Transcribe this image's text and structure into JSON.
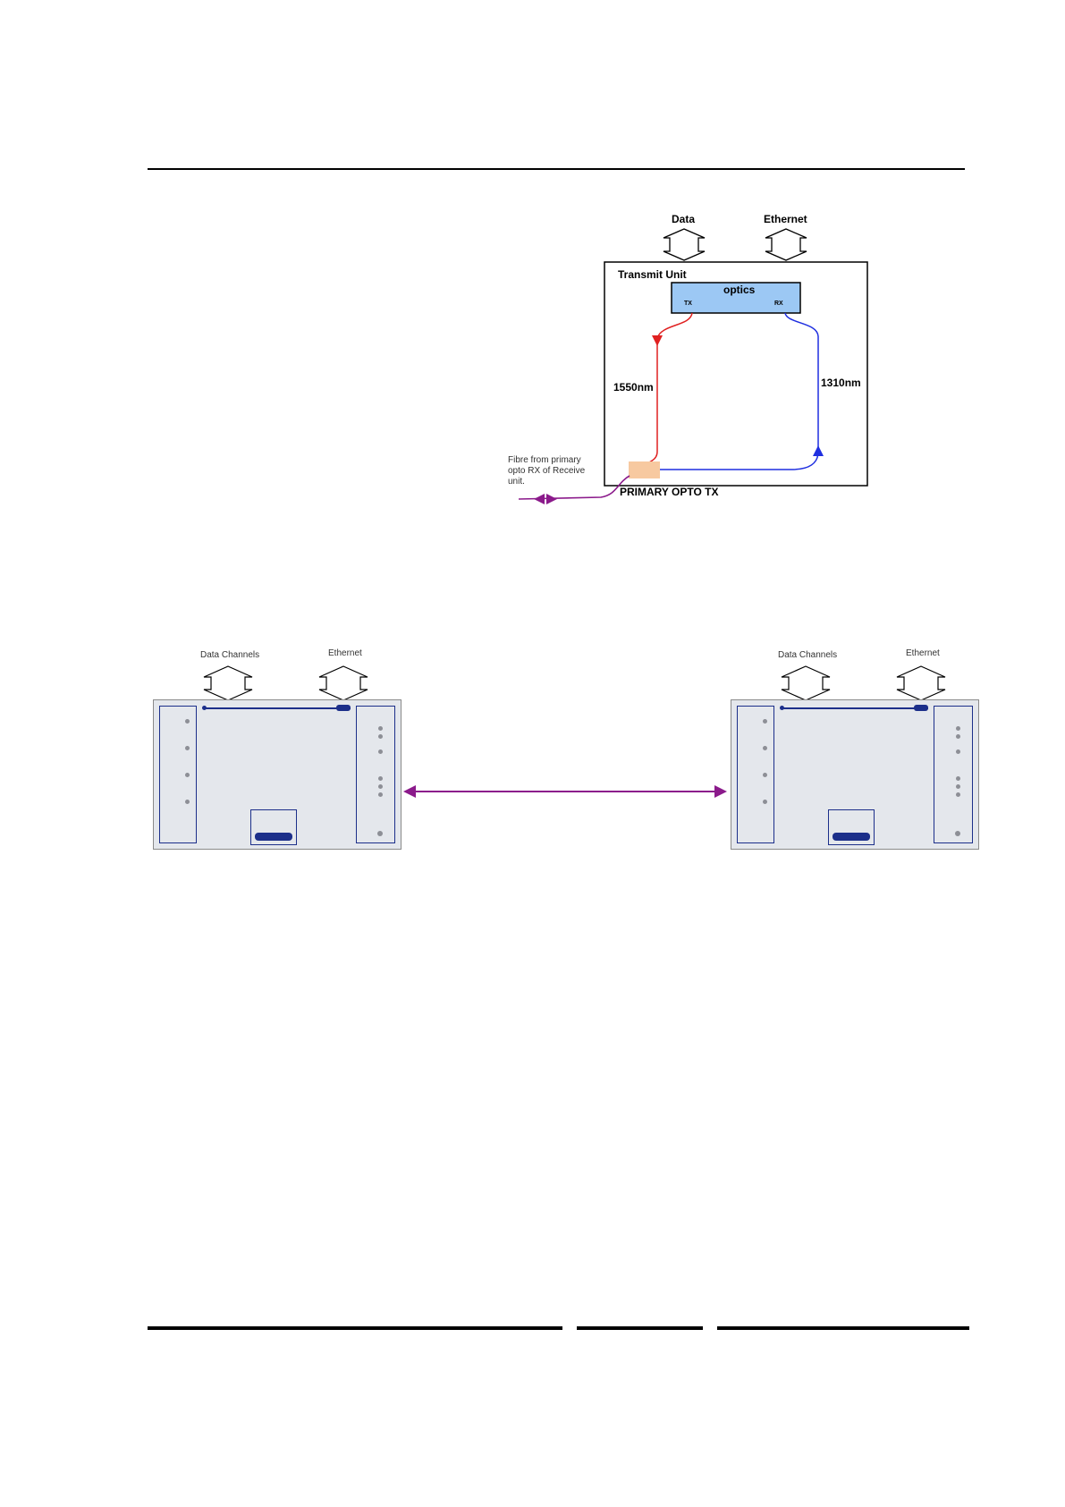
{
  "diagram_top": {
    "data_label": "Data",
    "ethernet_label": "Ethernet",
    "transmit_unit_label": "Transmit Unit",
    "optics_label": "optics",
    "tx_label": "TX",
    "rx_label": "RX",
    "wl_1550": "1550nm",
    "wl_1310": "1310nm",
    "fibre_note_1": "Fibre from primary",
    "fibre_note_2": "opto RX of Receive",
    "fibre_note_3": "unit.",
    "primary_opto_tx": "PRIMARY OPTO TX",
    "colors": {
      "tx_fibre": "#e02020",
      "rx_fibre": "#1f2fe0",
      "external_fibre": "#8b1a8b",
      "optics_fill": "#9cc8f4",
      "coupler_fill": "#f7c9a0"
    }
  },
  "diagram_bottom": {
    "left_data_channels": "Data Channels",
    "left_ethernet": "Ethernet",
    "right_data_channels": "Data Channels",
    "right_ethernet": "Ethernet",
    "link_color": "#8b1a8b"
  }
}
